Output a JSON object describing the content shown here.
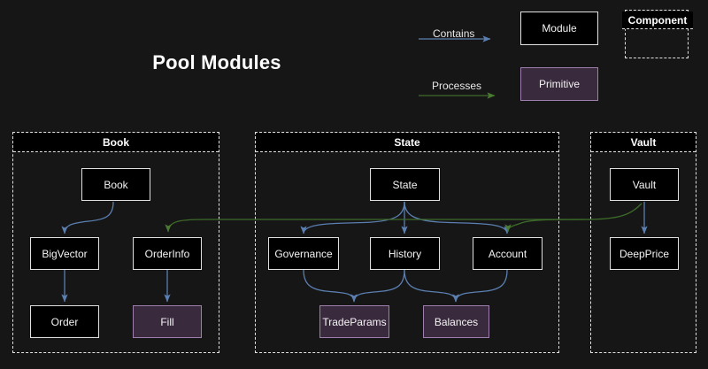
{
  "title": "Pool Modules",
  "theme": {
    "background": "#161616",
    "module_fill": "#000000",
    "module_border": "#e0e0e0",
    "primitive_fill": "#3a2a3e",
    "primitive_border": "#9f7fae",
    "contains_edge_color": "#5b7fb0",
    "processes_edge_color": "#3d6b2a",
    "group_border": "#e2e2e2",
    "text": "#f4f4f4"
  },
  "legend": {
    "contains_label": "Contains",
    "processes_label": "Processes",
    "module_label": "Module",
    "primitive_label": "Primitive",
    "component_label": "Component"
  },
  "groups": [
    {
      "id": "book",
      "label": "Book",
      "nodes": [
        {
          "id": "book",
          "label": "Book",
          "kind": "module"
        },
        {
          "id": "bigvector",
          "label": "BigVector",
          "kind": "module"
        },
        {
          "id": "orderinfo",
          "label": "OrderInfo",
          "kind": "module"
        },
        {
          "id": "order",
          "label": "Order",
          "kind": "module"
        },
        {
          "id": "fill",
          "label": "Fill",
          "kind": "primitive"
        }
      ]
    },
    {
      "id": "state",
      "label": "State",
      "nodes": [
        {
          "id": "state",
          "label": "State",
          "kind": "module"
        },
        {
          "id": "governance",
          "label": "Governance",
          "kind": "module"
        },
        {
          "id": "history",
          "label": "History",
          "kind": "module"
        },
        {
          "id": "account",
          "label": "Account",
          "kind": "module"
        },
        {
          "id": "tradeparams",
          "label": "TradeParams",
          "kind": "primitive"
        },
        {
          "id": "balances",
          "label": "Balances",
          "kind": "primitive"
        }
      ]
    },
    {
      "id": "vault",
      "label": "Vault",
      "nodes": [
        {
          "id": "vault",
          "label": "Vault",
          "kind": "module"
        },
        {
          "id": "deepprice",
          "label": "DeepPrice",
          "kind": "module"
        }
      ]
    }
  ],
  "edges": [
    {
      "from": "book",
      "to": "bigvector",
      "type": "contains"
    },
    {
      "from": "book",
      "to": "orderinfo",
      "type": "contains"
    },
    {
      "from": "bigvector",
      "to": "order",
      "type": "contains"
    },
    {
      "from": "orderinfo",
      "to": "fill",
      "type": "contains"
    },
    {
      "from": "state",
      "to": "governance",
      "type": "contains"
    },
    {
      "from": "state",
      "to": "history",
      "type": "contains"
    },
    {
      "from": "state",
      "to": "account",
      "type": "contains"
    },
    {
      "from": "governance",
      "to": "tradeparams",
      "type": "contains"
    },
    {
      "from": "history",
      "to": "tradeparams",
      "type": "contains"
    },
    {
      "from": "history",
      "to": "balances",
      "type": "contains"
    },
    {
      "from": "account",
      "to": "balances",
      "type": "contains"
    },
    {
      "from": "vault",
      "to": "deepprice",
      "type": "contains"
    },
    {
      "from": "vault",
      "to": "orderinfo",
      "type": "processes"
    },
    {
      "from": "vault",
      "to": "account",
      "type": "processes"
    }
  ]
}
